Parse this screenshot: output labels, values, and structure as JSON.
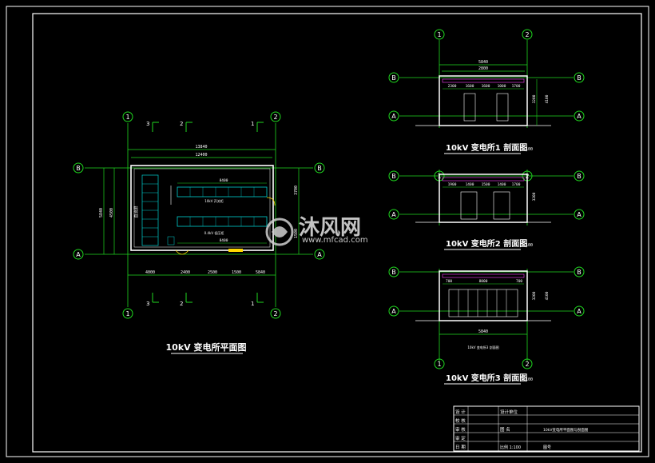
{
  "drawing": {
    "plan_title": "10kV 变电所平面图",
    "section1_title": "10kV 变电所1 剖面图",
    "section1_scale": "1:100",
    "section2_title": "10kV 变电所2 剖面图",
    "section2_scale": "1:100",
    "section3_title": "10kV 变电所3 剖面图",
    "section3_scale": "1:100",
    "section3_inner_label": "10kV 变电所3 剖面图"
  },
  "axes": {
    "plan_top_left": "1",
    "plan_top_right": "2",
    "plan_bottom_left": "1",
    "plan_bottom_right": "2",
    "plan_left_top": "B",
    "plan_left_bottom": "A",
    "plan_right_top": "B",
    "plan_right_bottom": "A",
    "sec_top_left": "1",
    "sec_top_right": "2",
    "sec_B": "B",
    "sec_A": "A"
  },
  "cut_marks": {
    "c3": "3",
    "c2": "2",
    "c1": "1"
  },
  "dims": {
    "plan_overall": "13840",
    "plan_inner": "12400",
    "plan_top_inner": "8400",
    "plan_bottom_inner": "8400",
    "plan_left_total": "5840",
    "plan_left_mid": "4500",
    "plan_bottom_a": "4000",
    "plan_bottom_b": "2400",
    "plan_bottom_c": "2500",
    "plan_bottom_d": "1500",
    "plan_bottom_e": "5840",
    "plan_right_1": "3700",
    "plan_right_2": "1500",
    "sec_width": "5840",
    "sec_inner": "2800",
    "sec1_row": [
      "2300",
      "1600",
      "1600",
      "1000",
      "1700"
    ],
    "sec2_row": [
      "1900",
      "1400",
      "1500",
      "1400",
      "1700"
    ],
    "sec3_row": [
      "700",
      "8000",
      "700"
    ],
    "sec_height": "3200",
    "sec_height2": "4100"
  },
  "plan_labels": {
    "row1": "10kV 开关柜",
    "row2": "0.4kV 低压柜",
    "left_panel": "直流屏"
  },
  "watermark": {
    "cn": "沐风网",
    "url": "www.mfcad.com"
  },
  "title_block": {
    "rows": [
      [
        "设 计",
        "",
        "设计单位",
        ""
      ],
      [
        "校 核",
        "",
        "",
        ""
      ],
      [
        "审 核",
        "",
        "图 名",
        "10kV变电所平面图与剖面图"
      ],
      [
        "审 定",
        "",
        "",
        ""
      ],
      [
        "日 期",
        "",
        "比例 1:100",
        "图号"
      ]
    ]
  },
  "colors": {
    "axis": "#1fd81f",
    "frame": "#ffffff",
    "equipment": "#00d0d0",
    "door": "#ffd800",
    "accent": "#ff40ff"
  }
}
